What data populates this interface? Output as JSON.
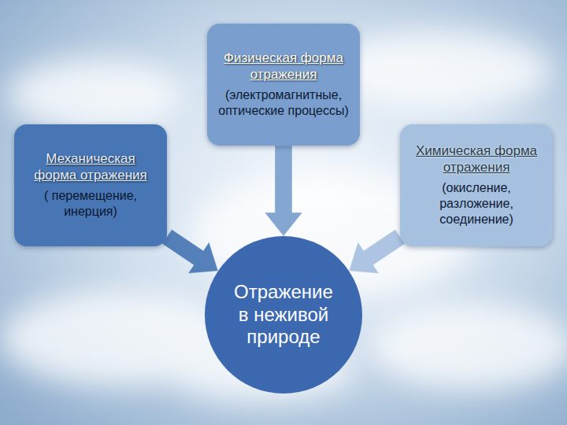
{
  "diagram": {
    "nodes": [
      {
        "text": [
          "Физическая форма отражения",
          "(электромагнитные, оптические процессы)"
        ]
      },
      {
        "text": [
          "Механическая форма отражения",
          "( перемещение, инерция)"
        ]
      },
      {
        "text": [
          "Химическая форма отражения",
          "(окисление, разложение, соединение)"
        ]
      },
      {
        "text": [
          "Отражение в неживой природе"
        ]
      }
    ],
    "edges": [
      {
        "from": 0,
        "to": 3,
        "arrow": "to"
      },
      {
        "from": 1,
        "to": 3,
        "arrow": "to"
      },
      {
        "from": 2,
        "to": 3,
        "arrow": "to"
      }
    ]
  }
}
